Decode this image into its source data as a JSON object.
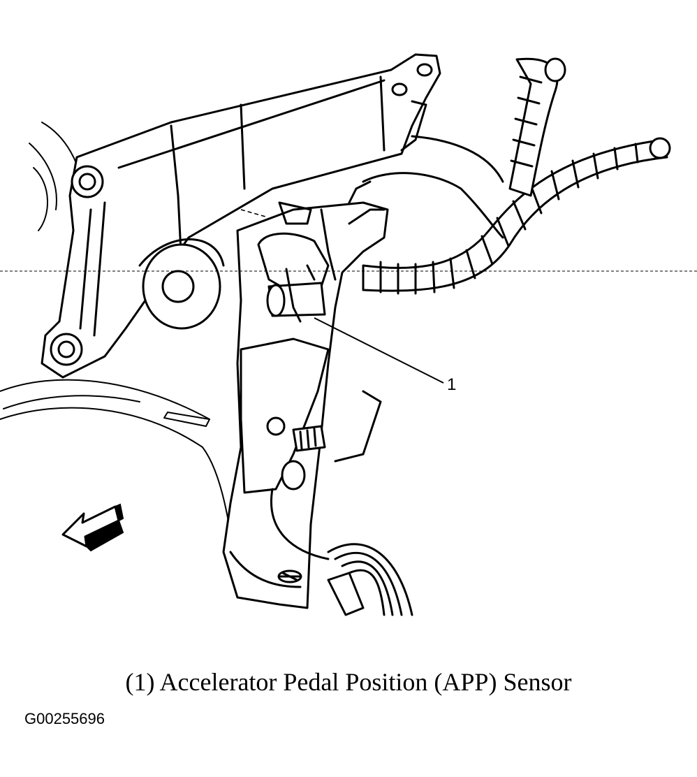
{
  "diagram": {
    "callouts": [
      {
        "number": "1"
      }
    ],
    "caption": "(1) Accelerator Pedal Position (APP) Sensor",
    "figure_id": "G00255696"
  },
  "icons": {
    "direction_arrow": "forward-arrow-icon"
  }
}
